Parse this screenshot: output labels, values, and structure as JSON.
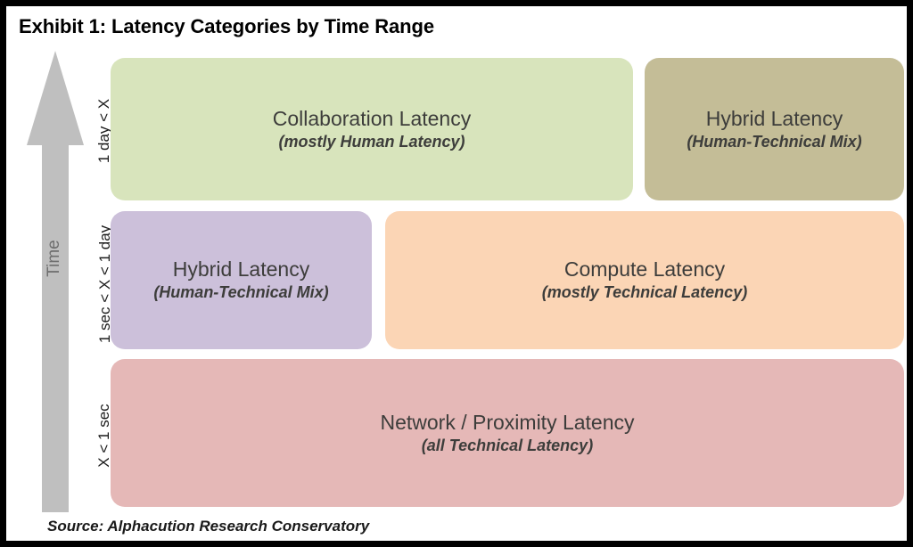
{
  "exhibit": {
    "title": "Exhibit 1: Latency Categories by Time Range",
    "source": "Source: Alphacution Research Conservatory",
    "axis_label": "Time",
    "arrow_color": "#bfbfbf",
    "border_color": "#000000",
    "background": "#ffffff",
    "text_color": "#3d3d3b"
  },
  "chart_data": {
    "type": "table",
    "title": "Exhibit 1: Latency Categories by Time Range",
    "xlabel": "",
    "ylabel": "Time",
    "grid": false,
    "legend": "none",
    "categories": [
      "1 day < X",
      "1 sec < X < 1 day",
      "X < 1 sec"
    ],
    "rows": [
      {
        "range": "1 day < X",
        "cells": [
          {
            "label": "Collaboration Latency",
            "sublabel": "(mostly Human Latency)",
            "color": "#d8e4bc",
            "width_fraction": 0.66
          },
          {
            "label": "Hybrid Latency",
            "sublabel": "(Human-Technical Mix)",
            "color": "#c4bd97",
            "width_fraction": 0.33
          }
        ]
      },
      {
        "range": "1 sec < X < 1 day",
        "cells": [
          {
            "label": "Hybrid Latency",
            "sublabel": "(Human-Technical Mix)",
            "color": "#ccc0da",
            "width_fraction": 0.33
          },
          {
            "label": "Compute Latency",
            "sublabel": "(mostly Technical Latency)",
            "color": "#fbd5b5",
            "width_fraction": 0.65
          }
        ]
      },
      {
        "range": "X < 1 sec",
        "cells": [
          {
            "label": "Network / Proximity Latency",
            "sublabel": "(all Technical Latency)",
            "color": "#e5b8b7",
            "width_fraction": 1.0
          }
        ]
      }
    ]
  },
  "ranges": [
    {
      "label": "1 day < X"
    },
    {
      "label": "1 sec < X < 1 day"
    },
    {
      "label": "X < 1 sec"
    }
  ],
  "boxes": {
    "collaboration": {
      "title": "Collaboration Latency",
      "subtitle": "(mostly Human Latency)"
    },
    "hybrid_top": {
      "title": "Hybrid Latency",
      "subtitle": "(Human-Technical Mix)"
    },
    "hybrid_mid": {
      "title": "Hybrid Latency",
      "subtitle": "(Human-Technical Mix)"
    },
    "compute": {
      "title": "Compute Latency",
      "subtitle": "(mostly Technical Latency)"
    },
    "network": {
      "title": "Network / Proximity Latency",
      "subtitle": "(all Technical Latency)"
    }
  }
}
